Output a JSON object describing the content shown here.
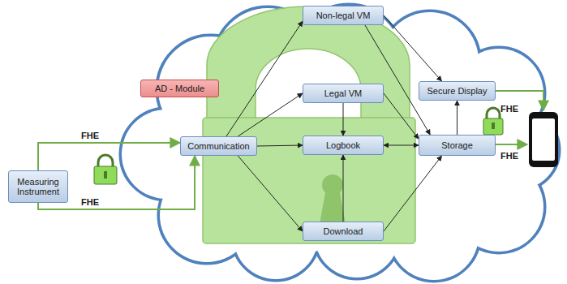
{
  "diagram": {
    "nodes": [
      {
        "text": [
          "Measuring Instrument"
        ]
      },
      {
        "text": [
          "Communication"
        ]
      },
      {
        "text": [
          "AD - Module"
        ]
      },
      {
        "text": [
          "Non-legal VM"
        ]
      },
      {
        "text": [
          "Legal VM"
        ]
      },
      {
        "text": [
          "Logbook"
        ]
      },
      {
        "text": [
          "Download"
        ]
      },
      {
        "text": [
          "Storage"
        ]
      },
      {
        "text": [
          "Secure Display"
        ]
      }
    ],
    "edges": [
      {
        "from": 0,
        "to": 1,
        "arrow": "to",
        "label": "FHE"
      },
      {
        "from": 0,
        "to": 1,
        "arrow": "to",
        "label": "FHE"
      },
      {
        "from": 1,
        "to": 3,
        "arrow": "to"
      },
      {
        "from": 1,
        "to": 4,
        "arrow": "to"
      },
      {
        "from": 1,
        "to": 5,
        "arrow": "to"
      },
      {
        "from": 1,
        "to": 6,
        "arrow": "to"
      },
      {
        "from": 3,
        "to": 8,
        "arrow": "to"
      },
      {
        "from": 3,
        "to": 7,
        "arrow": "to"
      },
      {
        "from": 4,
        "to": 5,
        "arrow": "to"
      },
      {
        "from": 4,
        "to": 7,
        "arrow": "to"
      },
      {
        "from": 5,
        "to": 7,
        "arrow": "both"
      },
      {
        "from": 6,
        "to": 5,
        "arrow": "to"
      },
      {
        "from": 6,
        "to": 7,
        "arrow": "to"
      },
      {
        "from": 7,
        "to": 8,
        "arrow": "to"
      }
    ],
    "labels": [
      "FHE",
      "FHE"
    ]
  }
}
